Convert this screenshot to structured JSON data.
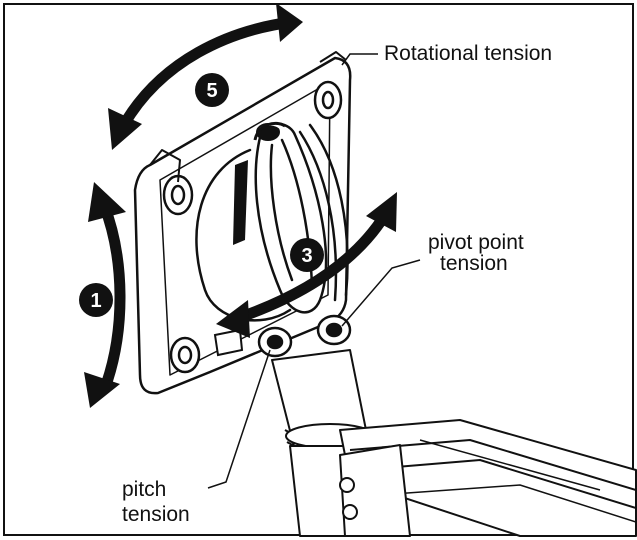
{
  "labels": {
    "rotational": "Rotational tension",
    "pivot_line1": "pivot point",
    "pivot_line2": "tension",
    "pitch_line1": "pitch",
    "pitch_line2": "tension"
  },
  "markers": {
    "one": "1",
    "three": "3",
    "five": "5"
  },
  "colors": {
    "ink": "#111111",
    "paper": "#ffffff",
    "shade": "#cfcfcf"
  }
}
